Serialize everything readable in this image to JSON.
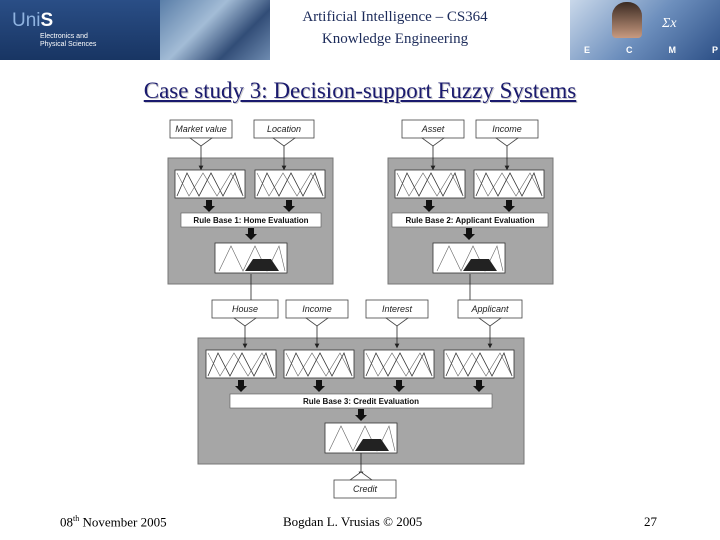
{
  "header": {
    "logo_uni": "Uni",
    "logo_s": "S",
    "logo_sub_1": "Electronics and",
    "logo_sub_2": "Physical Sciences",
    "title_line1": "Artificial Intelligence – CS364",
    "title_line2": "Knowledge Engineering",
    "ecmp_letters": [
      "E",
      "C",
      "M",
      "P"
    ]
  },
  "slide": {
    "title": "Case study 3: Decision-support Fuzzy Systems"
  },
  "diagram": {
    "home_inputs": [
      "Market value",
      "Location"
    ],
    "home_rule_base": "Rule Base 1: Home Evaluation",
    "applicant_inputs": [
      "Asset",
      "Income"
    ],
    "applicant_rule_base": "Rule Base 2: Applicant Evaluation",
    "credit_inputs": [
      "House",
      "Income",
      "Interest",
      "Applicant"
    ],
    "credit_rule_base": "Rule Base 3: Credit Evaluation",
    "output": "Credit"
  },
  "footer": {
    "date_prefix": "08",
    "date_sup": "th",
    "date_suffix": " November 2005",
    "author": "Bogdan L. Vrusias © 2005",
    "page": "27"
  }
}
